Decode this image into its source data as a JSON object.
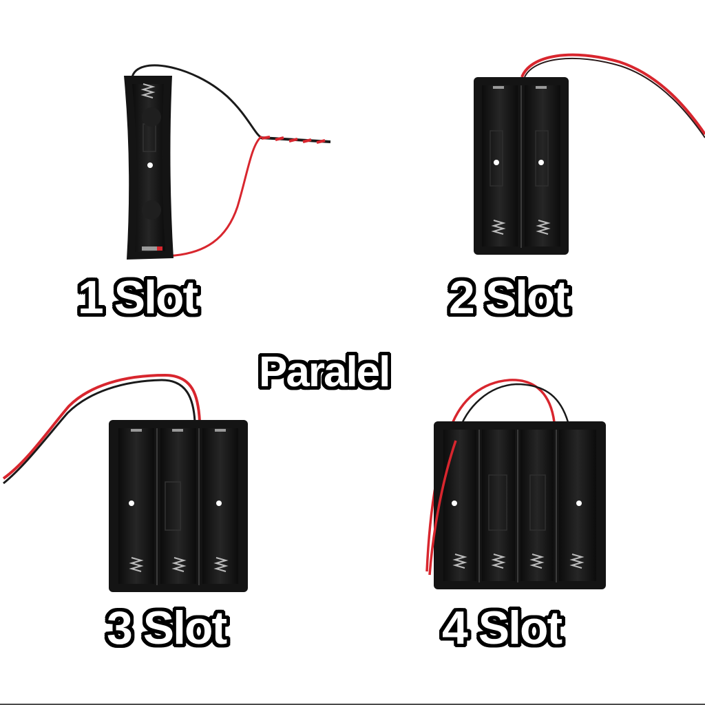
{
  "title": "Paralel",
  "products": [
    {
      "label": "1 Slot",
      "slots": 1
    },
    {
      "label": "2 Slot",
      "slots": 2
    },
    {
      "label": "3 Slot",
      "slots": 3
    },
    {
      "label": "4 Slot",
      "slots": 4
    }
  ],
  "colors": {
    "background": "#ffffff",
    "holder_body": "#141414",
    "wire_red": "#d8262e",
    "wire_black": "#1a1a1a",
    "label_fill": "#ffffff",
    "label_outline": "#000000"
  }
}
